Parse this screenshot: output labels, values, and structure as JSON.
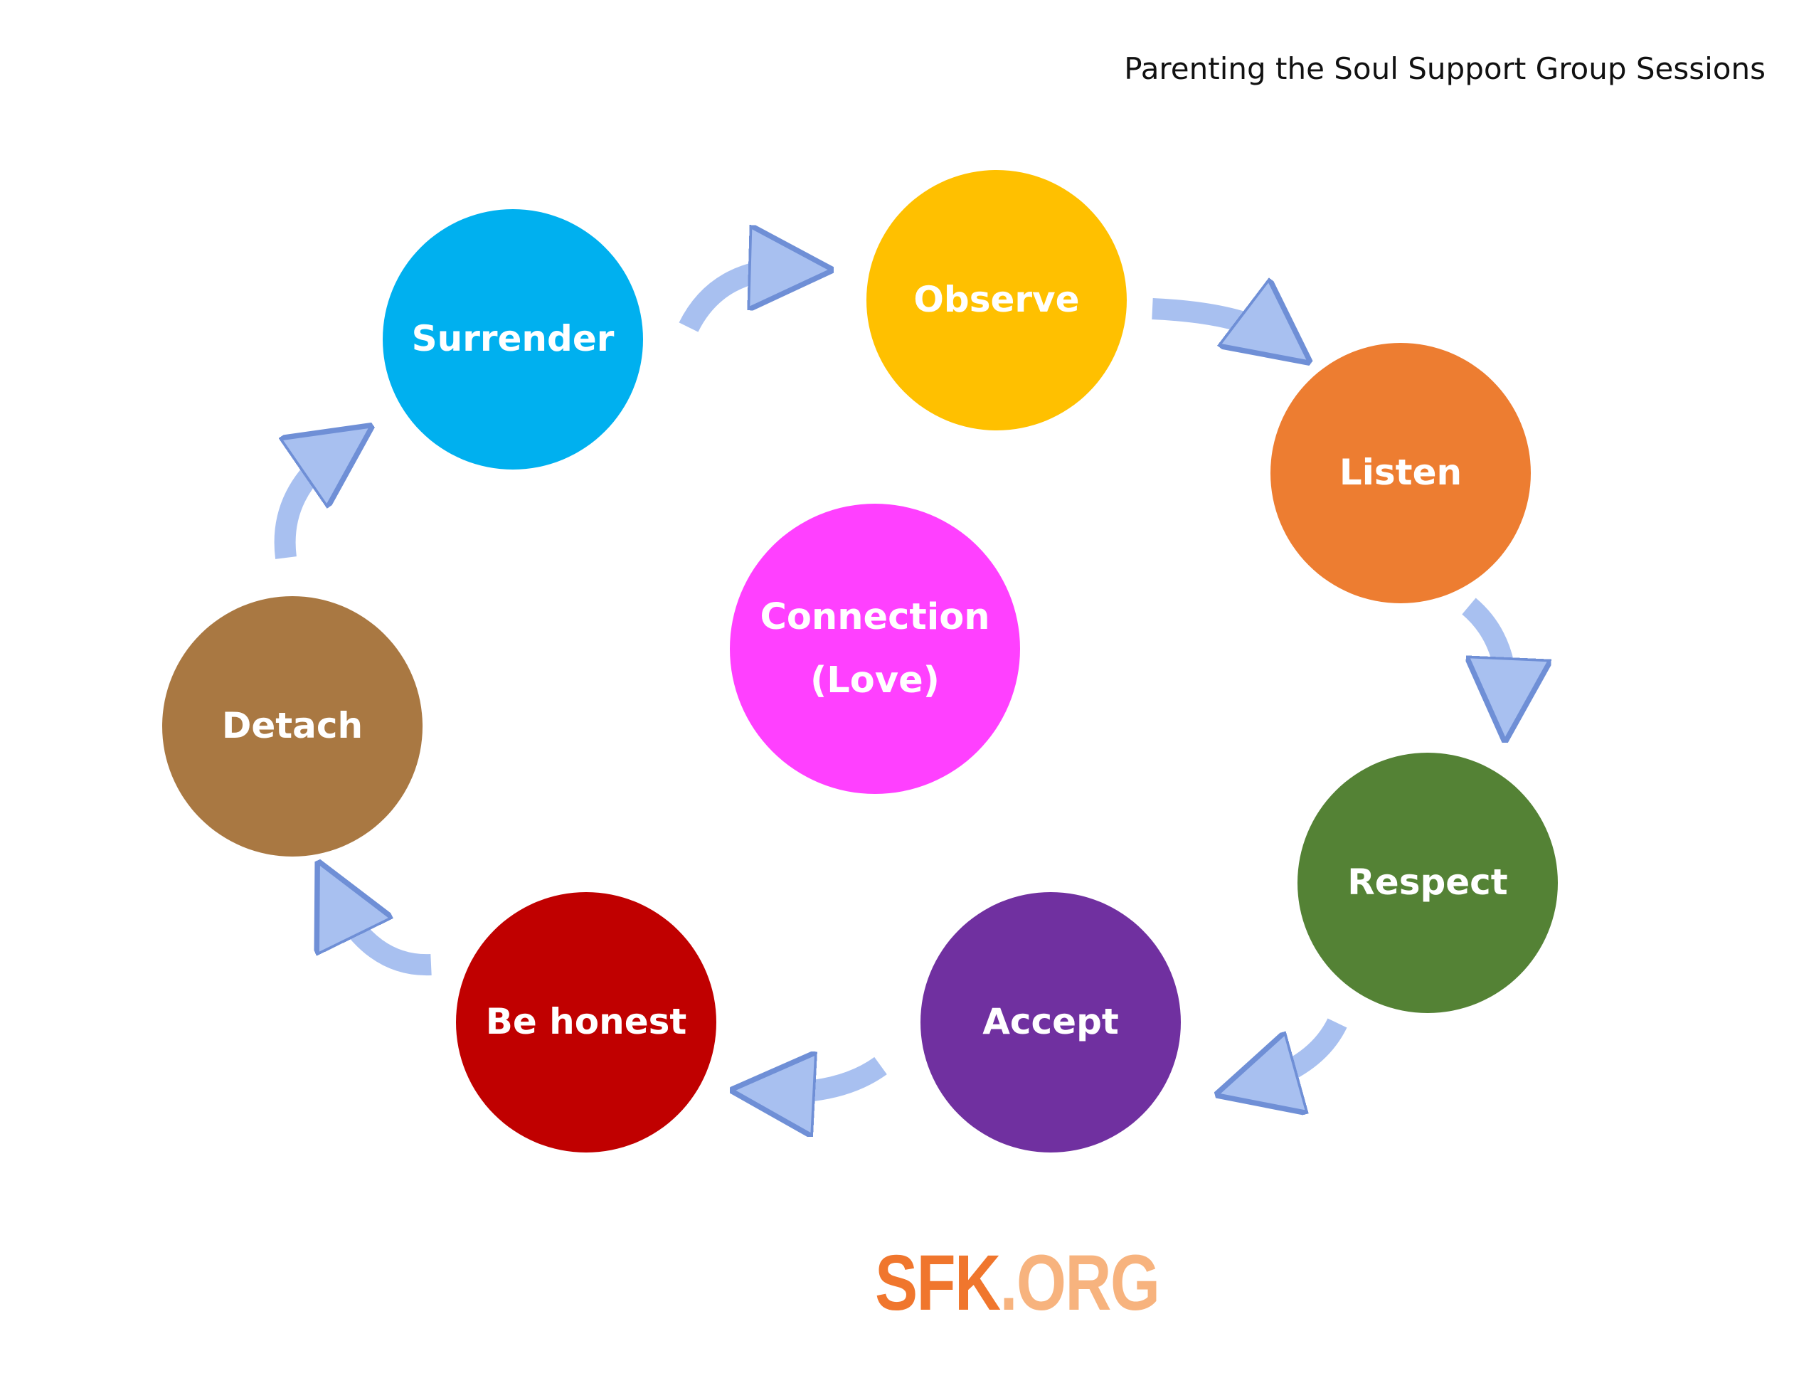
{
  "header": {
    "title": "Parenting the Soul Support Group Sessions"
  },
  "center": {
    "line1": "Connection",
    "line2": "(Love)",
    "color": "#ff40ff"
  },
  "steps": [
    {
      "id": "surrender",
      "label": "Surrender",
      "color": "#00b0ef"
    },
    {
      "id": "observe",
      "label": "Observe",
      "color": "#ffc000"
    },
    {
      "id": "listen",
      "label": "Listen",
      "color": "#ed7d31"
    },
    {
      "id": "respect",
      "label": "Respect",
      "color": "#548235"
    },
    {
      "id": "accept",
      "label": "Accept",
      "color": "#7030a0"
    },
    {
      "id": "be-honest",
      "label": "Be honest",
      "color": "#c00000"
    },
    {
      "id": "detach",
      "label": "Detach",
      "color": "#a97842"
    }
  ],
  "arrow_color": "#a8c0f0",
  "logo": {
    "part1": "SFK",
    "part2": ".ORG"
  }
}
